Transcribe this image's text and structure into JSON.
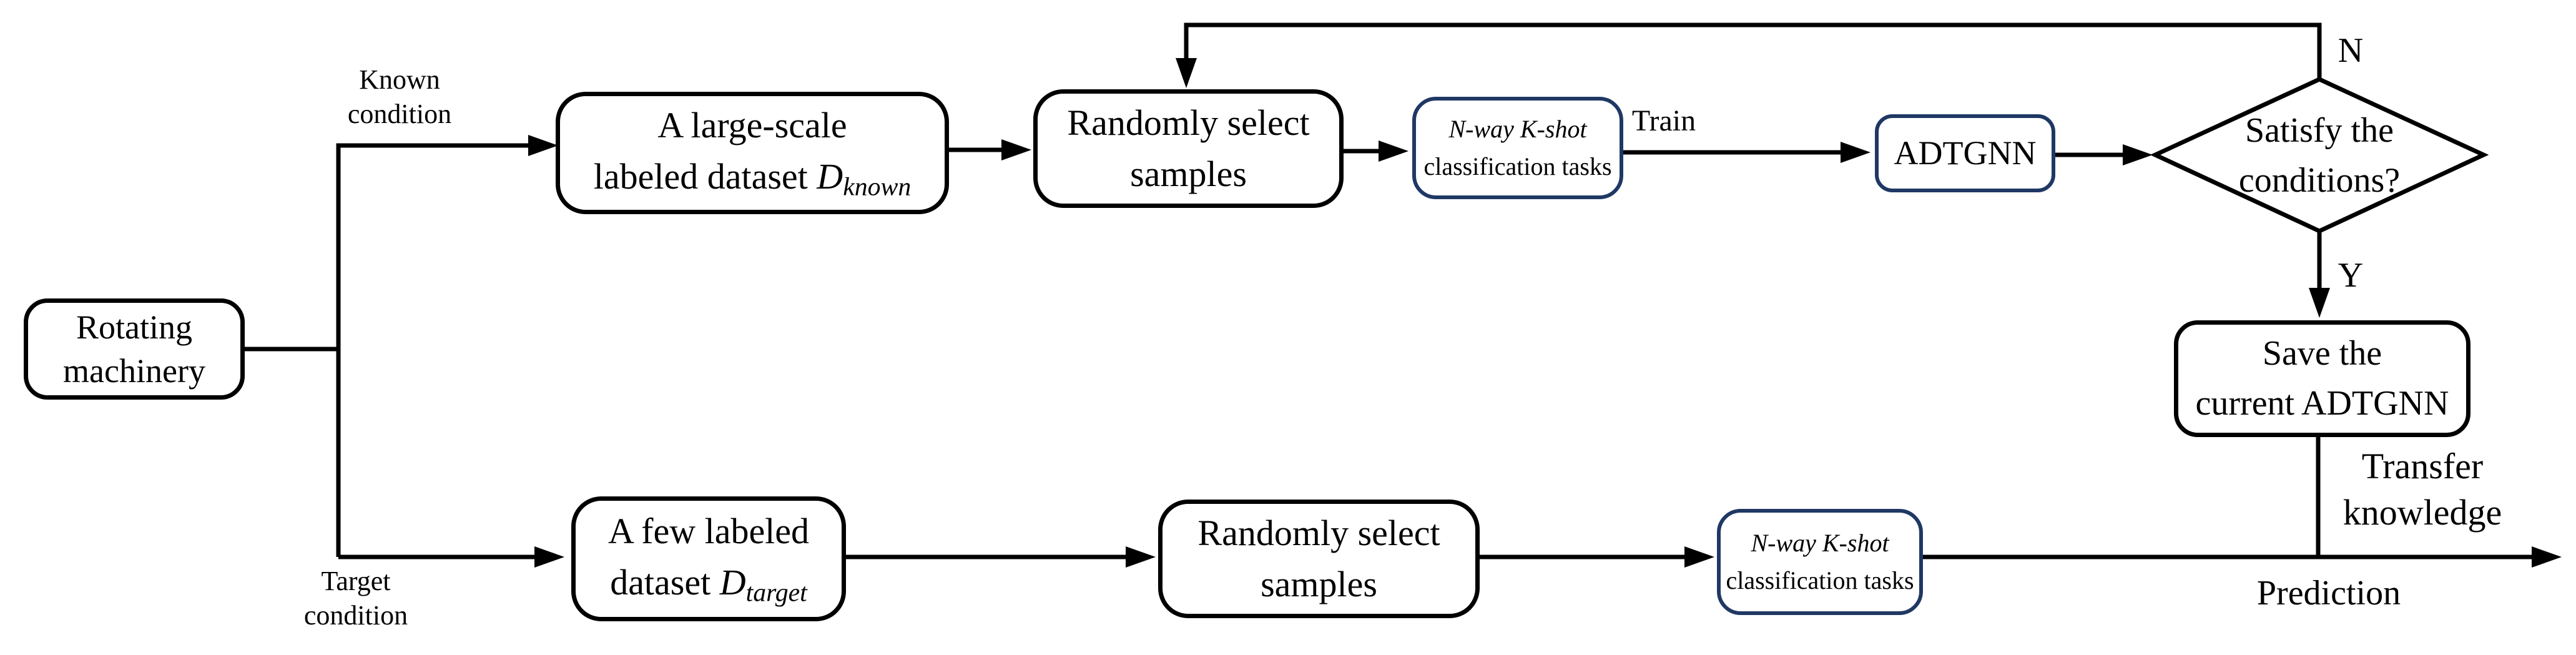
{
  "figure": {
    "background": "#ffffff",
    "line_color": "#000000",
    "accent_border_color": "#1f3864",
    "nodes": {
      "rotating": {
        "line1": "Rotating",
        "line2": "machinery"
      },
      "known_dataset": {
        "line1": "A large-scale",
        "line2_prefix": "labeled dataset ",
        "symbol": "D",
        "subscript": "known"
      },
      "random_top": {
        "line1": "Randomly select",
        "line2": "samples"
      },
      "tasks_top": {
        "line1": "N-way K-shot",
        "line2": "classification tasks"
      },
      "adtgnn": {
        "label": "ADTGNN"
      },
      "decision": {
        "line1": "Satisfy the",
        "line2": "conditions?"
      },
      "save": {
        "line1": "Save the",
        "line2": "current ADTGNN"
      },
      "target_dataset": {
        "line1": "A few labeled",
        "line2_prefix": "dataset ",
        "symbol": "D",
        "subscript": "target"
      },
      "random_bottom": {
        "line1": "Randomly select",
        "line2": "samples"
      },
      "tasks_bottom": {
        "line1": "N-way K-shot",
        "line2": "classification tasks"
      }
    },
    "labels": {
      "known_condition_1": "Known",
      "known_condition_2": "condition",
      "target_condition_1": "Target",
      "target_condition_2": "condition",
      "train": "Train",
      "no": "N",
      "yes": "Y",
      "transfer_1": "Transfer",
      "transfer_2": "knowledge",
      "prediction": "Prediction"
    }
  }
}
